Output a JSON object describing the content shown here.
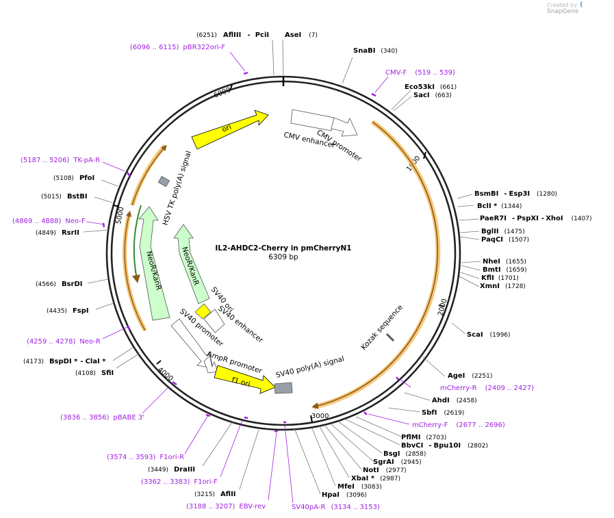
{
  "credit": {
    "text": "Created by",
    "brand": "SnapGene"
  },
  "plasmid": {
    "name": "IL2-AHDC2-Cherry in pmCherryN1",
    "size_label": "6309 bp",
    "length": 6309
  },
  "ticks": [
    {
      "label": "1000",
      "pos": 1000
    },
    {
      "label": "2000",
      "pos": 2000
    },
    {
      "label": "3000",
      "pos": 3000
    },
    {
      "label": "4000",
      "pos": 4000
    },
    {
      "label": "5000",
      "pos": 5000
    },
    {
      "label": "6000",
      "pos": 6000
    }
  ],
  "features": [
    {
      "label": "CMV enhancer",
      "color": "#ffffff"
    },
    {
      "label": "CMV promoter",
      "color": "#ffffff"
    },
    {
      "label": "ori",
      "color": "#ffff00"
    },
    {
      "label": "HSV TK poly(A) signal",
      "color": "#989fa8"
    },
    {
      "label": "NeoR/KanR",
      "color": "#ccffcc"
    },
    {
      "label": "NeoR/KanR",
      "color": "#ccffcc"
    },
    {
      "label": "SV40 ori",
      "color": "#ffff00"
    },
    {
      "label": "SV40 enhancer",
      "color": "#ffffff"
    },
    {
      "label": "SV40 promoter",
      "color": "#ffffff"
    },
    {
      "label": "AmpR promoter",
      "color": "#ffffff"
    },
    {
      "label": "f1 ori",
      "color": "#ffff00"
    },
    {
      "label": "SV40 poly(A) signal",
      "color": "#989fa8"
    },
    {
      "label": "Kozak sequence",
      "color": "#989fa8"
    }
  ],
  "sites_right": [
    {
      "name": "SnaBI",
      "pos": "(340)"
    },
    {
      "name": "Eco53kI",
      "pos": "(661)"
    },
    {
      "name": "SacI",
      "pos": "(663)"
    },
    {
      "name": "BsmBI",
      "name2": "Esp3I",
      "pos": "(1280)"
    },
    {
      "name": "BclI *",
      "pos": "(1344)"
    },
    {
      "name": "PaeR7I",
      "name2": "PspXI",
      "name3": "XhoI",
      "pos": "(1407)"
    },
    {
      "name": "BglII",
      "pos": "(1475)"
    },
    {
      "name": "PaqCI",
      "pos": "(1507)"
    },
    {
      "name": "NheI",
      "pos": "(1655)"
    },
    {
      "name": "BmtI",
      "pos": "(1659)"
    },
    {
      "name": "KflI",
      "pos": "(1701)"
    },
    {
      "name": "XmnI",
      "pos": "(1728)"
    },
    {
      "name": "ScaI",
      "pos": "(1996)"
    },
    {
      "name": "AgeI",
      "pos": "(2251)"
    },
    {
      "name": "AhdI",
      "pos": "(2458)"
    },
    {
      "name": "SbfI",
      "pos": "(2619)"
    },
    {
      "name": "PflMI",
      "pos": "(2703)"
    },
    {
      "name": "BbvCI",
      "name2": "Bpu10I",
      "pos": "(2802)"
    },
    {
      "name": "BsgI",
      "pos": "(2858)"
    },
    {
      "name": "SgrAI",
      "pos": "(2945)"
    },
    {
      "name": "NotI",
      "pos": "(2977)"
    },
    {
      "name": "XbaI *",
      "pos": "(2987)"
    },
    {
      "name": "MfeI",
      "pos": "(3083)"
    },
    {
      "name": "HpaI",
      "pos": "(3096)"
    }
  ],
  "sites_left": [
    {
      "name": "AflIII",
      "name2": "PciI",
      "pos": "(6251)"
    },
    {
      "name": "AseI",
      "pos": "(7)"
    },
    {
      "name": "PfoI",
      "pos": "(5108)"
    },
    {
      "name": "BstBI",
      "pos": "(5015)"
    },
    {
      "name": "RsrII",
      "pos": "(4849)"
    },
    {
      "name": "BsrDI",
      "pos": "(4566)"
    },
    {
      "name": "FspI",
      "pos": "(4435)"
    },
    {
      "name": "BspDI *",
      "name2": "ClaI *",
      "pos": "(4173)"
    },
    {
      "name": "SfiI",
      "pos": "(4108)"
    },
    {
      "name": "DraIII",
      "pos": "(3449)"
    },
    {
      "name": "AflII",
      "pos": "(3215)"
    }
  ],
  "primers": [
    {
      "name": "pBR322ori-F",
      "range": "(6096 .. 6115)"
    },
    {
      "name": "CMV-F",
      "range": "(519 .. 539)"
    },
    {
      "name": "TK-pA-R",
      "range": "(5187 .. 5206)"
    },
    {
      "name": "Neo-F",
      "range": "(4869 .. 4888)"
    },
    {
      "name": "Neo-R",
      "range": "(4259 .. 4278)"
    },
    {
      "name": "pBABE 3'",
      "range": "(3836 .. 3856)"
    },
    {
      "name": "mCherry-R",
      "range": "(2409 .. 2427)"
    },
    {
      "name": "mCherry-F",
      "range": "(2677 .. 2696)"
    },
    {
      "name": "F1ori-R",
      "range": "(3574 .. 3593)"
    },
    {
      "name": "F1ori-F",
      "range": "(3362 .. 3383)"
    },
    {
      "name": "EBV-rev",
      "range": "(3188 .. 3207)"
    },
    {
      "name": "SV40pA-R",
      "range": "(3134 .. 3153)"
    }
  ],
  "colors": {
    "backbone": "#222222",
    "primer": "#a020e0",
    "orf_glow": "#f5c26b",
    "orf_line": "#8a5a1a",
    "orf_green": "#2e8b2e"
  }
}
